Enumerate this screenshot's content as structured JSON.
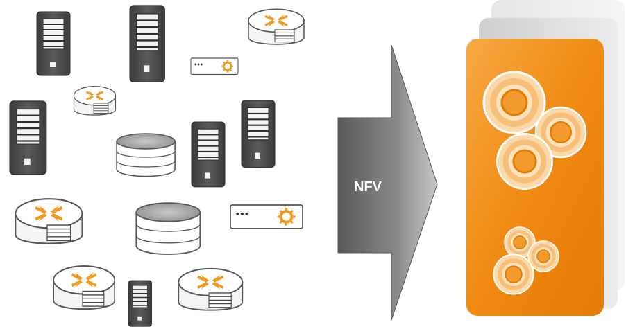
{
  "arrow": {
    "label": "NFV"
  },
  "colors": {
    "server_body": "#4d4d4d",
    "server_light": "#e9e9e9",
    "router_accent": "#f29a1f",
    "orange_panel": "#f08a12",
    "ghost_panel": "#d8d8d8",
    "arrow_fill": "#7f7f7f"
  },
  "legacy_devices": {
    "servers": [
      "tower-server",
      "tower-server",
      "tower-server",
      "tower-server",
      "tower-server",
      "tower-server"
    ],
    "routers": [
      "router",
      "router",
      "router",
      "router",
      "router"
    ],
    "storage": [
      "storage-cylinder",
      "storage-cylinder"
    ],
    "appliances": [
      "appliance-box",
      "appliance-box"
    ]
  },
  "virtualized_platform": {
    "layers": 3,
    "vnf_cluster_large": 3,
    "vnf_cluster_small": 3
  }
}
